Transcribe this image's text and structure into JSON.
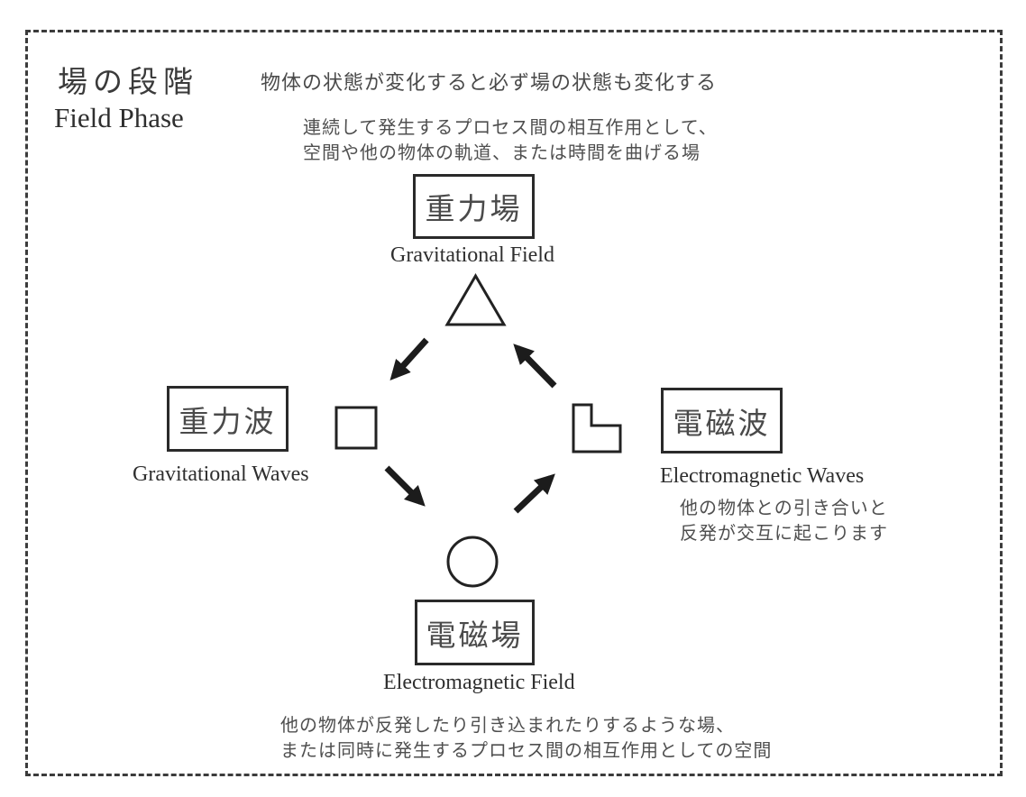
{
  "colors": {
    "ink": "#222222",
    "box_border": "#2a2a2a",
    "arrow": "#1c1c1c",
    "text_jp": "#4a4a4a",
    "text_en": "#2f2f2f",
    "background": "#ffffff",
    "frame_dash": "#3c3c3c"
  },
  "header": {
    "title_jp": "場の段階",
    "title_en": "Field Phase",
    "statement": "物体の状態が変化すると必ず場の状態も変化する"
  },
  "gravity_description": {
    "line1": "連続して発生するプロセス間の相互作用として、",
    "line2": "空間や他の物体の軌道、または時間を曲げる場"
  },
  "nodes": {
    "gravitational_field": {
      "label_jp": "重力場",
      "label_en": "Gravitational Field",
      "shape": "triangle"
    },
    "gravitational_waves": {
      "label_jp": "重力波",
      "label_en": "Gravitational Waves",
      "shape": "square"
    },
    "electromagnetic_waves": {
      "label_jp": "電磁波",
      "label_en": "Electromagnetic Waves",
      "shape": "l-shape",
      "note_line1": "他の物体との引き合いと",
      "note_line2": "反発が交互に起こります"
    },
    "electromagnetic_field": {
      "label_jp": "電磁場",
      "label_en": "Electromagnetic Field",
      "shape": "circle"
    }
  },
  "em_description": {
    "line1": "他の物体が反発したり引き込まれたりするような場、",
    "line2": "または同時に発生するプロセス間の相互作用としての空間"
  },
  "cycle": {
    "arrows": [
      {
        "from": "gravitational_field",
        "to": "gravitational_waves"
      },
      {
        "from": "gravitational_waves",
        "to": "electromagnetic_field"
      },
      {
        "from": "electromagnetic_field",
        "to": "electromagnetic_waves"
      },
      {
        "from": "electromagnetic_waves",
        "to": "gravitational_field"
      }
    ]
  }
}
